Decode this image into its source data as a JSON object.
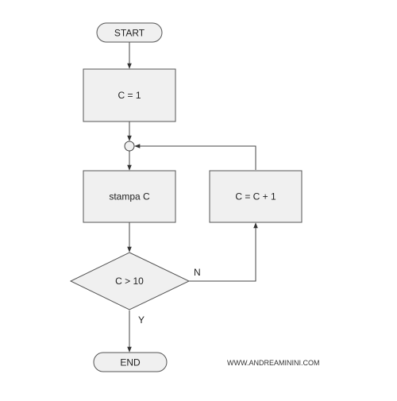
{
  "diagram": {
    "nodes": {
      "start": "START",
      "init": "C = 1",
      "print": "stampa C",
      "increment": "C = C + 1",
      "decision": "C > 10",
      "end": "END"
    },
    "edge_labels": {
      "no": "N",
      "yes": "Y"
    },
    "watermark": "WWW.ANDREAMININI.COM"
  },
  "colors": {
    "box_fill": "#f0f0f0",
    "box_stroke": "#555555",
    "line": "#444444"
  }
}
